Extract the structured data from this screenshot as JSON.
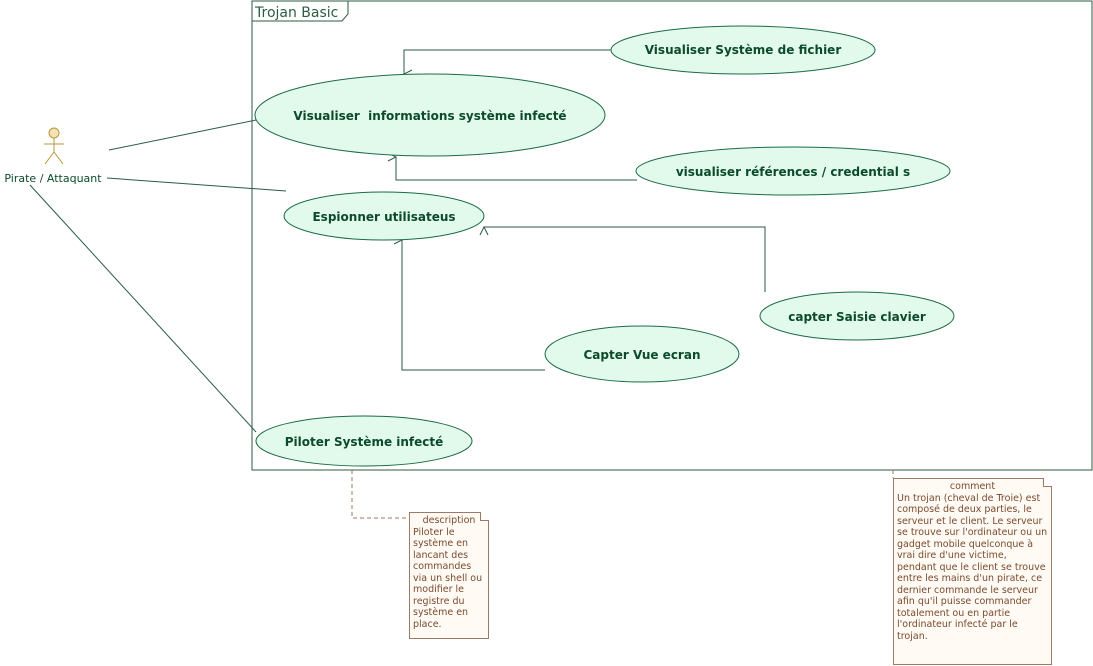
{
  "package": {
    "title": "Trojan Basic"
  },
  "actor": {
    "label": "Pirate / Attaquant"
  },
  "use_cases": [
    {
      "id": "visualiser-systeme-fichier",
      "label": "Visualiser Système de fichier"
    },
    {
      "id": "visualiser-informations",
      "label": "Visualiser  informations système infecté"
    },
    {
      "id": "visualiser-references",
      "label": "visualiser références / credential s"
    },
    {
      "id": "espionner",
      "label": "Espionner utilisateus"
    },
    {
      "id": "capter-saisie",
      "label": "capter Saisie clavier"
    },
    {
      "id": "capter-vue",
      "label": "Capter Vue ecran"
    },
    {
      "id": "piloter",
      "label": "Piloter Système infecté"
    }
  ],
  "notes": {
    "description": {
      "title": "description",
      "body": "Piloter le système en lancant des commandes via un shell ou modifier le registre du système en place."
    },
    "comment": {
      "title": "comment",
      "body": "Un trojan (cheval de Troie) est composé de deux parties, le serveur et le client. Le serveur se trouve sur l'ordinateur ou un gadget mobile quelconque à vrai dire d'une victime, pendant que le client se trouve entre les mains d'un pirate, ce dernier commande le serveur afin qu'il puisse commander totalement ou en partie l'ordinateur infecté par le trojan."
    }
  },
  "colors": {
    "usecase_fill": "#e2faec",
    "usecase_stroke": "#1d6a45",
    "line": "#2a5a4a",
    "package_border": "#2f5a42",
    "actor_fill": "#f3e2b3",
    "actor_stroke": "#b8973a"
  }
}
